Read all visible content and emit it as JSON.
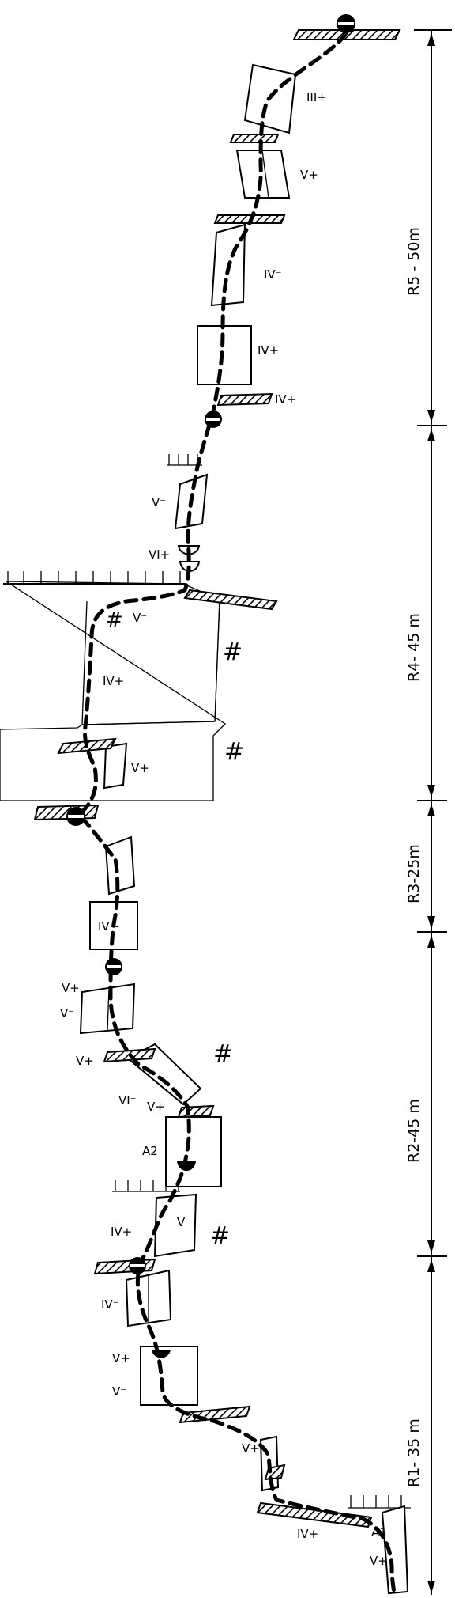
{
  "pitches": [
    {
      "label": "R5 - 50m"
    },
    {
      "label": "R4- 45 m"
    },
    {
      "label": "R3-25m"
    },
    {
      "label": "R2-45 m"
    },
    {
      "label": "R1- 35 m"
    }
  ],
  "grades": {
    "g1": "III+",
    "g2": "V+",
    "g3": "IV⁻",
    "g4": "IV+",
    "g5": "IV+",
    "g6": "V⁻",
    "g7": "VI+",
    "g8": "V⁻",
    "g9": "IV+",
    "g10": "V+",
    "g11": "IV−",
    "g12": "V+",
    "g13": "V⁻",
    "g14": "V+",
    "g15": "VI⁻",
    "g16": "V+",
    "g17": "IV+",
    "g18": "V",
    "g19": "IV⁻",
    "g20": "V+",
    "g21": "V⁻",
    "g22": "V+",
    "g23": "IV+",
    "g24": "V+"
  },
  "anchors": {
    "a1": "A1",
    "a2": "A2"
  },
  "symbols": {
    "s1": "#",
    "s2": "#",
    "s3": "#",
    "s4": "#",
    "s5": "#"
  }
}
